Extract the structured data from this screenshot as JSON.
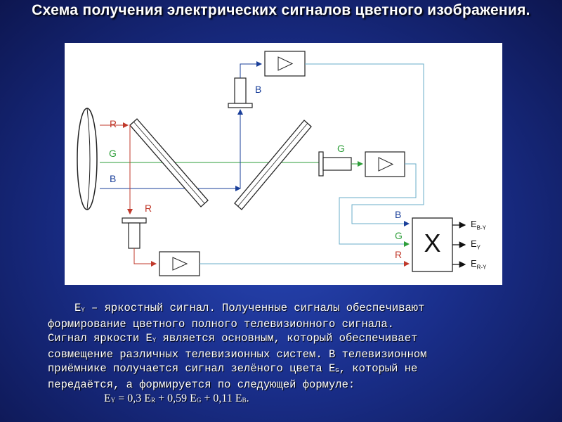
{
  "title": "Схема получения электрических сигналов цветного изображения.",
  "diagram": {
    "labels": {
      "R_in": "R",
      "G_in": "G",
      "B_in": "B",
      "B_top": "B",
      "G_mid": "G",
      "R_low": "R",
      "B_box": "B",
      "G_box": "G",
      "R_box": "R",
      "matrix": "X",
      "out1_main": "E",
      "out1_sub": "B-Y",
      "out2_main": "E",
      "out2_sub": "Y",
      "out3_main": "E",
      "out3_sub": "R-Y"
    },
    "colors": {
      "red": "#c0392b",
      "green": "#2e9e3a",
      "blue": "#1a3f9a",
      "line": "#6aaec9"
    }
  },
  "text": {
    "line1_sym": "E",
    "line1_sub": "Y",
    "line1_rest": " – яркостный сигнал. Полученные сигналы обеспечивают",
    "line2": "формирование цветного полного телевизионного сигнала.",
    "line3_a": "Сигнал яркости E",
    "line3_sub": "Y",
    "line3_b": " является основным, который обеспечивает",
    "line4": "совмещение различных телевизионных систем. В телевизионном",
    "line5": "приёмнике получается сигнал зелёного цвета E",
    "line5_sub": "G",
    "line5_b": ", который не",
    "line6": "передаётся, а формируется по следующей формуле:",
    "f_ey": "E",
    "f_ey_sub": "Y",
    "f_a": " = 0,3 E",
    "f_r_sub": "R",
    "f_b": " + 0,59 E",
    "f_g_sub": "G",
    "f_c": " + 0,11 E",
    "f_b_sub": "B",
    "f_end": "."
  }
}
